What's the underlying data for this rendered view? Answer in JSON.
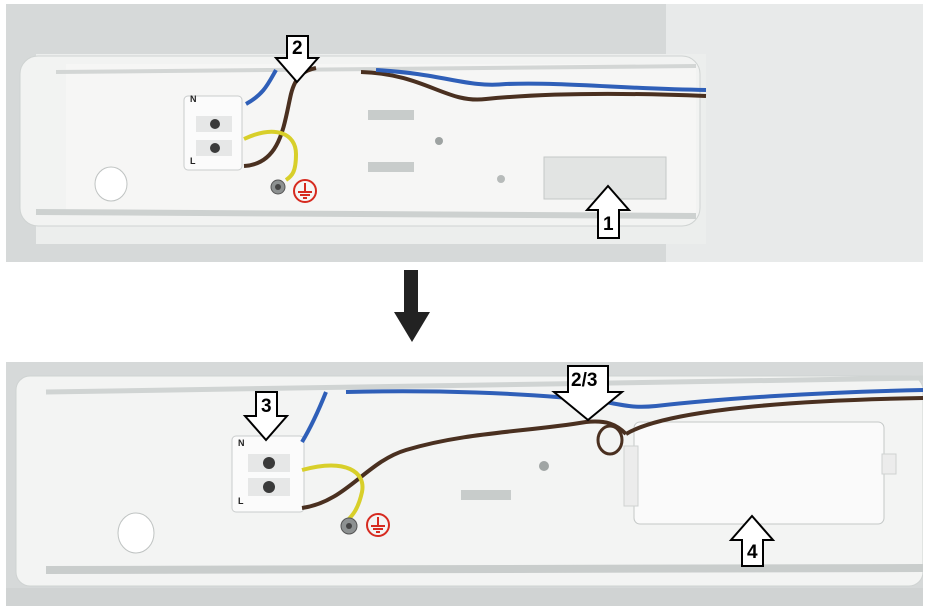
{
  "top_photo": {
    "callouts": [
      {
        "id": "callout-1",
        "text": "1"
      },
      {
        "id": "callout-2",
        "text": "2"
      }
    ],
    "terminal_labels": [
      "N",
      "L"
    ]
  },
  "bottom_photo": {
    "callouts": [
      {
        "id": "callout-3",
        "text": "3"
      },
      {
        "id": "callout-2-3",
        "text": "2/3"
      },
      {
        "id": "callout-4",
        "text": "4"
      }
    ],
    "terminal_labels": [
      "N",
      "L"
    ]
  },
  "colors": {
    "background": "#ffffff",
    "fixture": "#eef0ef",
    "wire_blue": "#2f5fb8",
    "wire_brown": "#4a3020",
    "wire_yellow": "#d8cf2a",
    "earth_symbol": "#d62a1f"
  },
  "icons": [
    "down-arrow-icon",
    "earth-ground-icon",
    "callout-arrow-icon"
  ]
}
